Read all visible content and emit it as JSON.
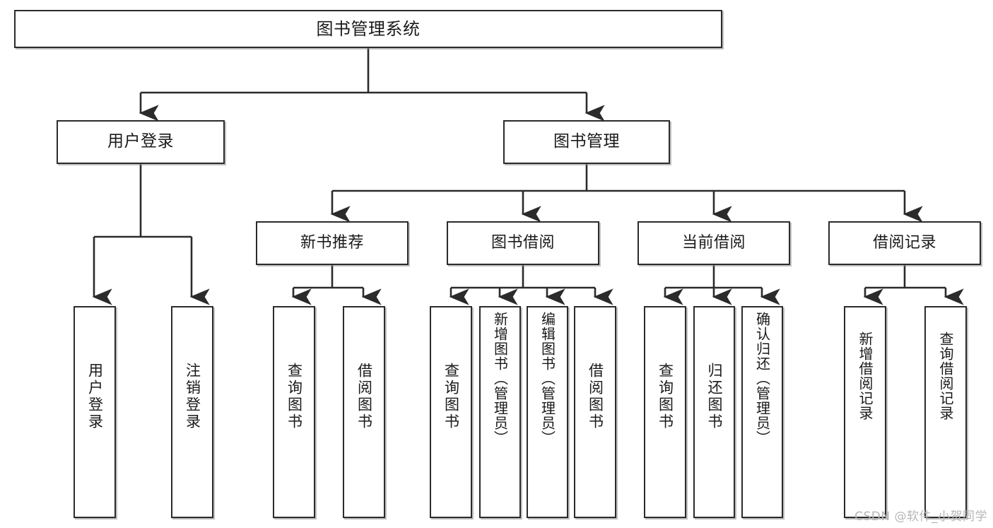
{
  "diagram": {
    "type": "tree",
    "title": "图书管理系统",
    "orientation": "top-down",
    "colors": {
      "box_border": "#2b2b2b",
      "box_fill": "#ffffff",
      "edge": "#2b2b2b",
      "text": "#1a1a1a",
      "watermark": "#b6b6b6",
      "background": "#ffffff"
    }
  },
  "watermark": {
    "text": "CSDN @软件_小贺同学"
  },
  "nodes": {
    "root": {
      "label": "图书管理系统",
      "level": 0
    },
    "user_login": {
      "label": "用户登录",
      "level": 1
    },
    "book_manage": {
      "label": "图书管理",
      "level": 1
    },
    "new_book_rec": {
      "label": "新书推荐",
      "level": 2
    },
    "book_borrow": {
      "label": "图书借阅",
      "level": 2
    },
    "current_borrow": {
      "label": "当前借阅",
      "level": 2
    },
    "borrow_record": {
      "label": "借阅记录",
      "level": 2
    },
    "leaf_user_login": {
      "label": "用户登录",
      "level": 3
    },
    "leaf_logout": {
      "label": "注销登录",
      "level": 3
    },
    "leaf_query_book_1": {
      "label": "查询图书",
      "level": 3
    },
    "leaf_borrow_book_1": {
      "label": "借阅图书",
      "level": 3
    },
    "leaf_query_book_2": {
      "label": "查询图书",
      "level": 3
    },
    "leaf_add_book": {
      "label": "新增图书（管理员）",
      "level": 3
    },
    "leaf_edit_book": {
      "label": "编辑图书（管理员）",
      "level": 3
    },
    "leaf_borrow_book_2": {
      "label": "借阅图书",
      "level": 3
    },
    "leaf_query_book_3": {
      "label": "查询图书",
      "level": 3
    },
    "leaf_return_book": {
      "label": "归还图书",
      "level": 3
    },
    "leaf_confirm_return": {
      "label": "确认归还（管理员）",
      "level": 3
    },
    "leaf_add_record": {
      "label": "新增借阅记录",
      "level": 3
    },
    "leaf_query_record": {
      "label": "查询借阅记录",
      "level": 3
    }
  },
  "edges": [
    {
      "from": "root",
      "to": "user_login"
    },
    {
      "from": "root",
      "to": "book_manage"
    },
    {
      "from": "user_login",
      "to": "leaf_user_login"
    },
    {
      "from": "user_login",
      "to": "leaf_logout"
    },
    {
      "from": "book_manage",
      "to": "new_book_rec"
    },
    {
      "from": "book_manage",
      "to": "book_borrow"
    },
    {
      "from": "book_manage",
      "to": "current_borrow"
    },
    {
      "from": "book_manage",
      "to": "borrow_record"
    },
    {
      "from": "new_book_rec",
      "to": "leaf_query_book_1"
    },
    {
      "from": "new_book_rec",
      "to": "leaf_borrow_book_1"
    },
    {
      "from": "book_borrow",
      "to": "leaf_query_book_2"
    },
    {
      "from": "book_borrow",
      "to": "leaf_add_book"
    },
    {
      "from": "book_borrow",
      "to": "leaf_edit_book"
    },
    {
      "from": "book_borrow",
      "to": "leaf_borrow_book_2"
    },
    {
      "from": "current_borrow",
      "to": "leaf_query_book_3"
    },
    {
      "from": "current_borrow",
      "to": "leaf_return_book"
    },
    {
      "from": "current_borrow",
      "to": "leaf_confirm_return"
    },
    {
      "from": "borrow_record",
      "to": "leaf_add_record"
    },
    {
      "from": "borrow_record",
      "to": "leaf_query_record"
    }
  ]
}
